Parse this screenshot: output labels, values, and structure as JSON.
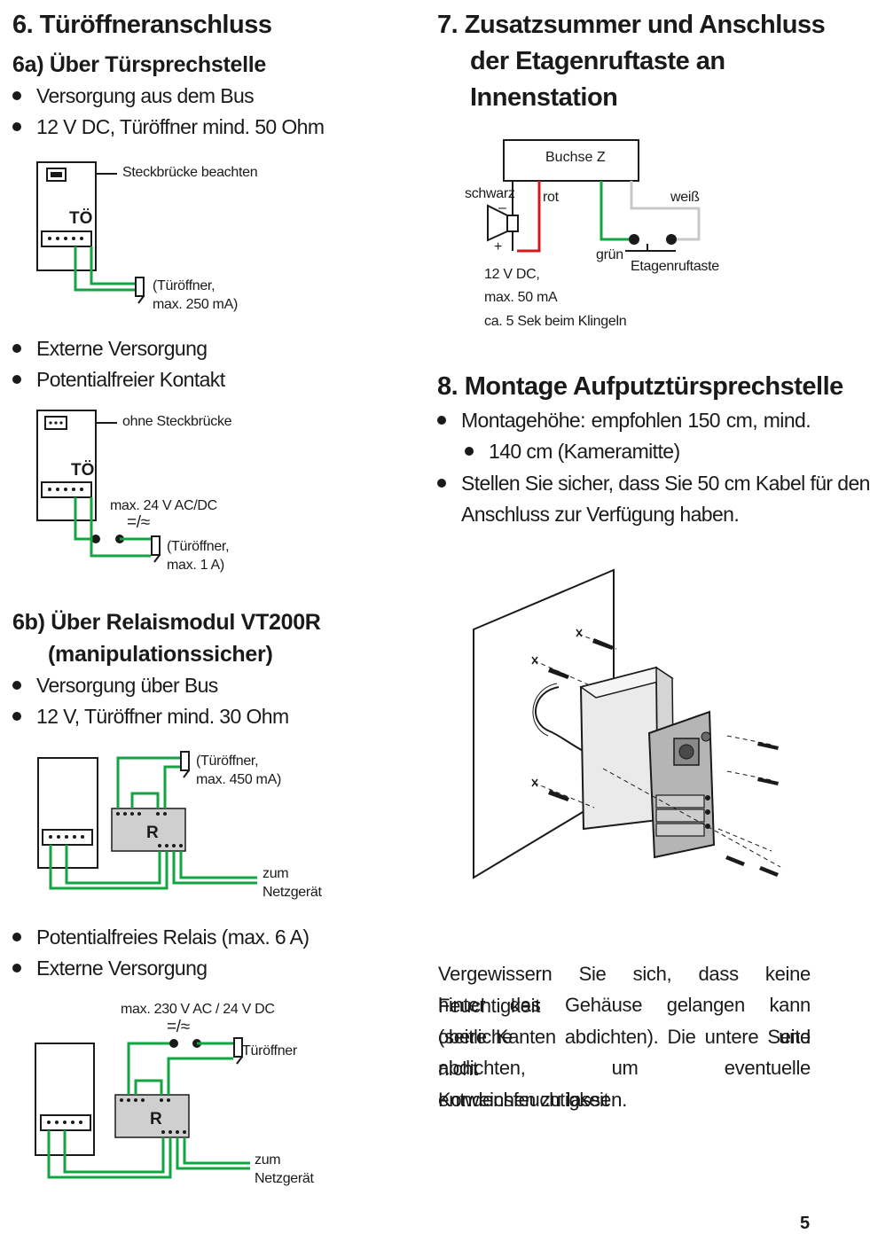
{
  "s6": {
    "title": "6. Türöffneranschluss",
    "a_title": "6a) Über Türsprechstelle",
    "a_bullets1": [
      "Versorgung aus dem Bus",
      "12 V DC, Türöffner mind. 50 Ohm"
    ],
    "d1": {
      "jumper": "Steckbrücke beachten",
      "to": "TÖ",
      "opener1": "(Türöffner,",
      "opener2": "max. 250 mA)"
    },
    "a_bullets2": [
      "Externe Versorgung",
      "Potentialfreier Kontakt"
    ],
    "d2": {
      "jumper": "ohne Steckbrücke",
      "to": "TÖ",
      "volt": "max. 24 V AC/DC",
      "sym": "=/≈",
      "opener1": "(Türöffner,",
      "opener2": "max. 1 A)"
    },
    "b_title1": "6b) Über Relaismodul VT200R",
    "b_title2": "(manipulationssicher)",
    "b_bullets1": [
      "Versorgung über Bus",
      "12 V, Türöffner mind. 30 Ohm"
    ],
    "d3": {
      "opener1": "(Türöffner,",
      "opener2": "max. 450 mA)",
      "relay": "R",
      "psu1": "zum",
      "psu2": "Netzgerät"
    },
    "b_bullets2": [
      "Potentialfreies Relais (max. 6 A)",
      "Externe Versorgung"
    ],
    "d4": {
      "volt": "max. 230 V AC / 24 V DC",
      "sym": "=/≈",
      "opener": "Türöffner",
      "relay": "R",
      "psu1": "zum",
      "psu2": "Netzgerät"
    }
  },
  "s7": {
    "title1": "7. Zusatzsummer und Anschluss",
    "title2": "der Etagenruftaste an",
    "title3": "Innenstation",
    "diagram": {
      "socket": "Buchse Z",
      "black": "schwarz",
      "minus": "–",
      "plus": "+",
      "red": "rot",
      "white": "weiß",
      "green": "grün",
      "button": "Etagenruftaste",
      "spec1": "12 V DC,",
      "spec2": "max. 50 mA",
      "spec3": "ca. 5 Sek beim Klingeln"
    }
  },
  "s8": {
    "title": "8. Montage Aufputztürsprechstelle",
    "bullet1_l1": "Montagehöhe: empfohlen 150 cm, mind.",
    "bullet1_l2": "140 cm (Kameramitte)",
    "bullet2_l1": "Stellen Sie sicher, dass Sie 50 cm Kabel für den",
    "bullet2_l2": "Anschluss zur Verfügung haben."
  },
  "note": {
    "lines": [
      "Vergewissern Sie sich, dass keine Feuchtigkeit",
      "hinter das Gehäuse gelangen kann (seitliche und",
      "obere Kanten abdichten). Die untere Seite nicht",
      "abdichten, um eventuelle Kondensfeuchtigkeit"
    ],
    "last": "entweichen zu lassen."
  },
  "page_number": "5",
  "colors": {
    "wire_green": "#12a542",
    "wire_red": "#d7191c",
    "wire_white": "#c8c8c8",
    "relay_fill": "#cfcfcf"
  }
}
